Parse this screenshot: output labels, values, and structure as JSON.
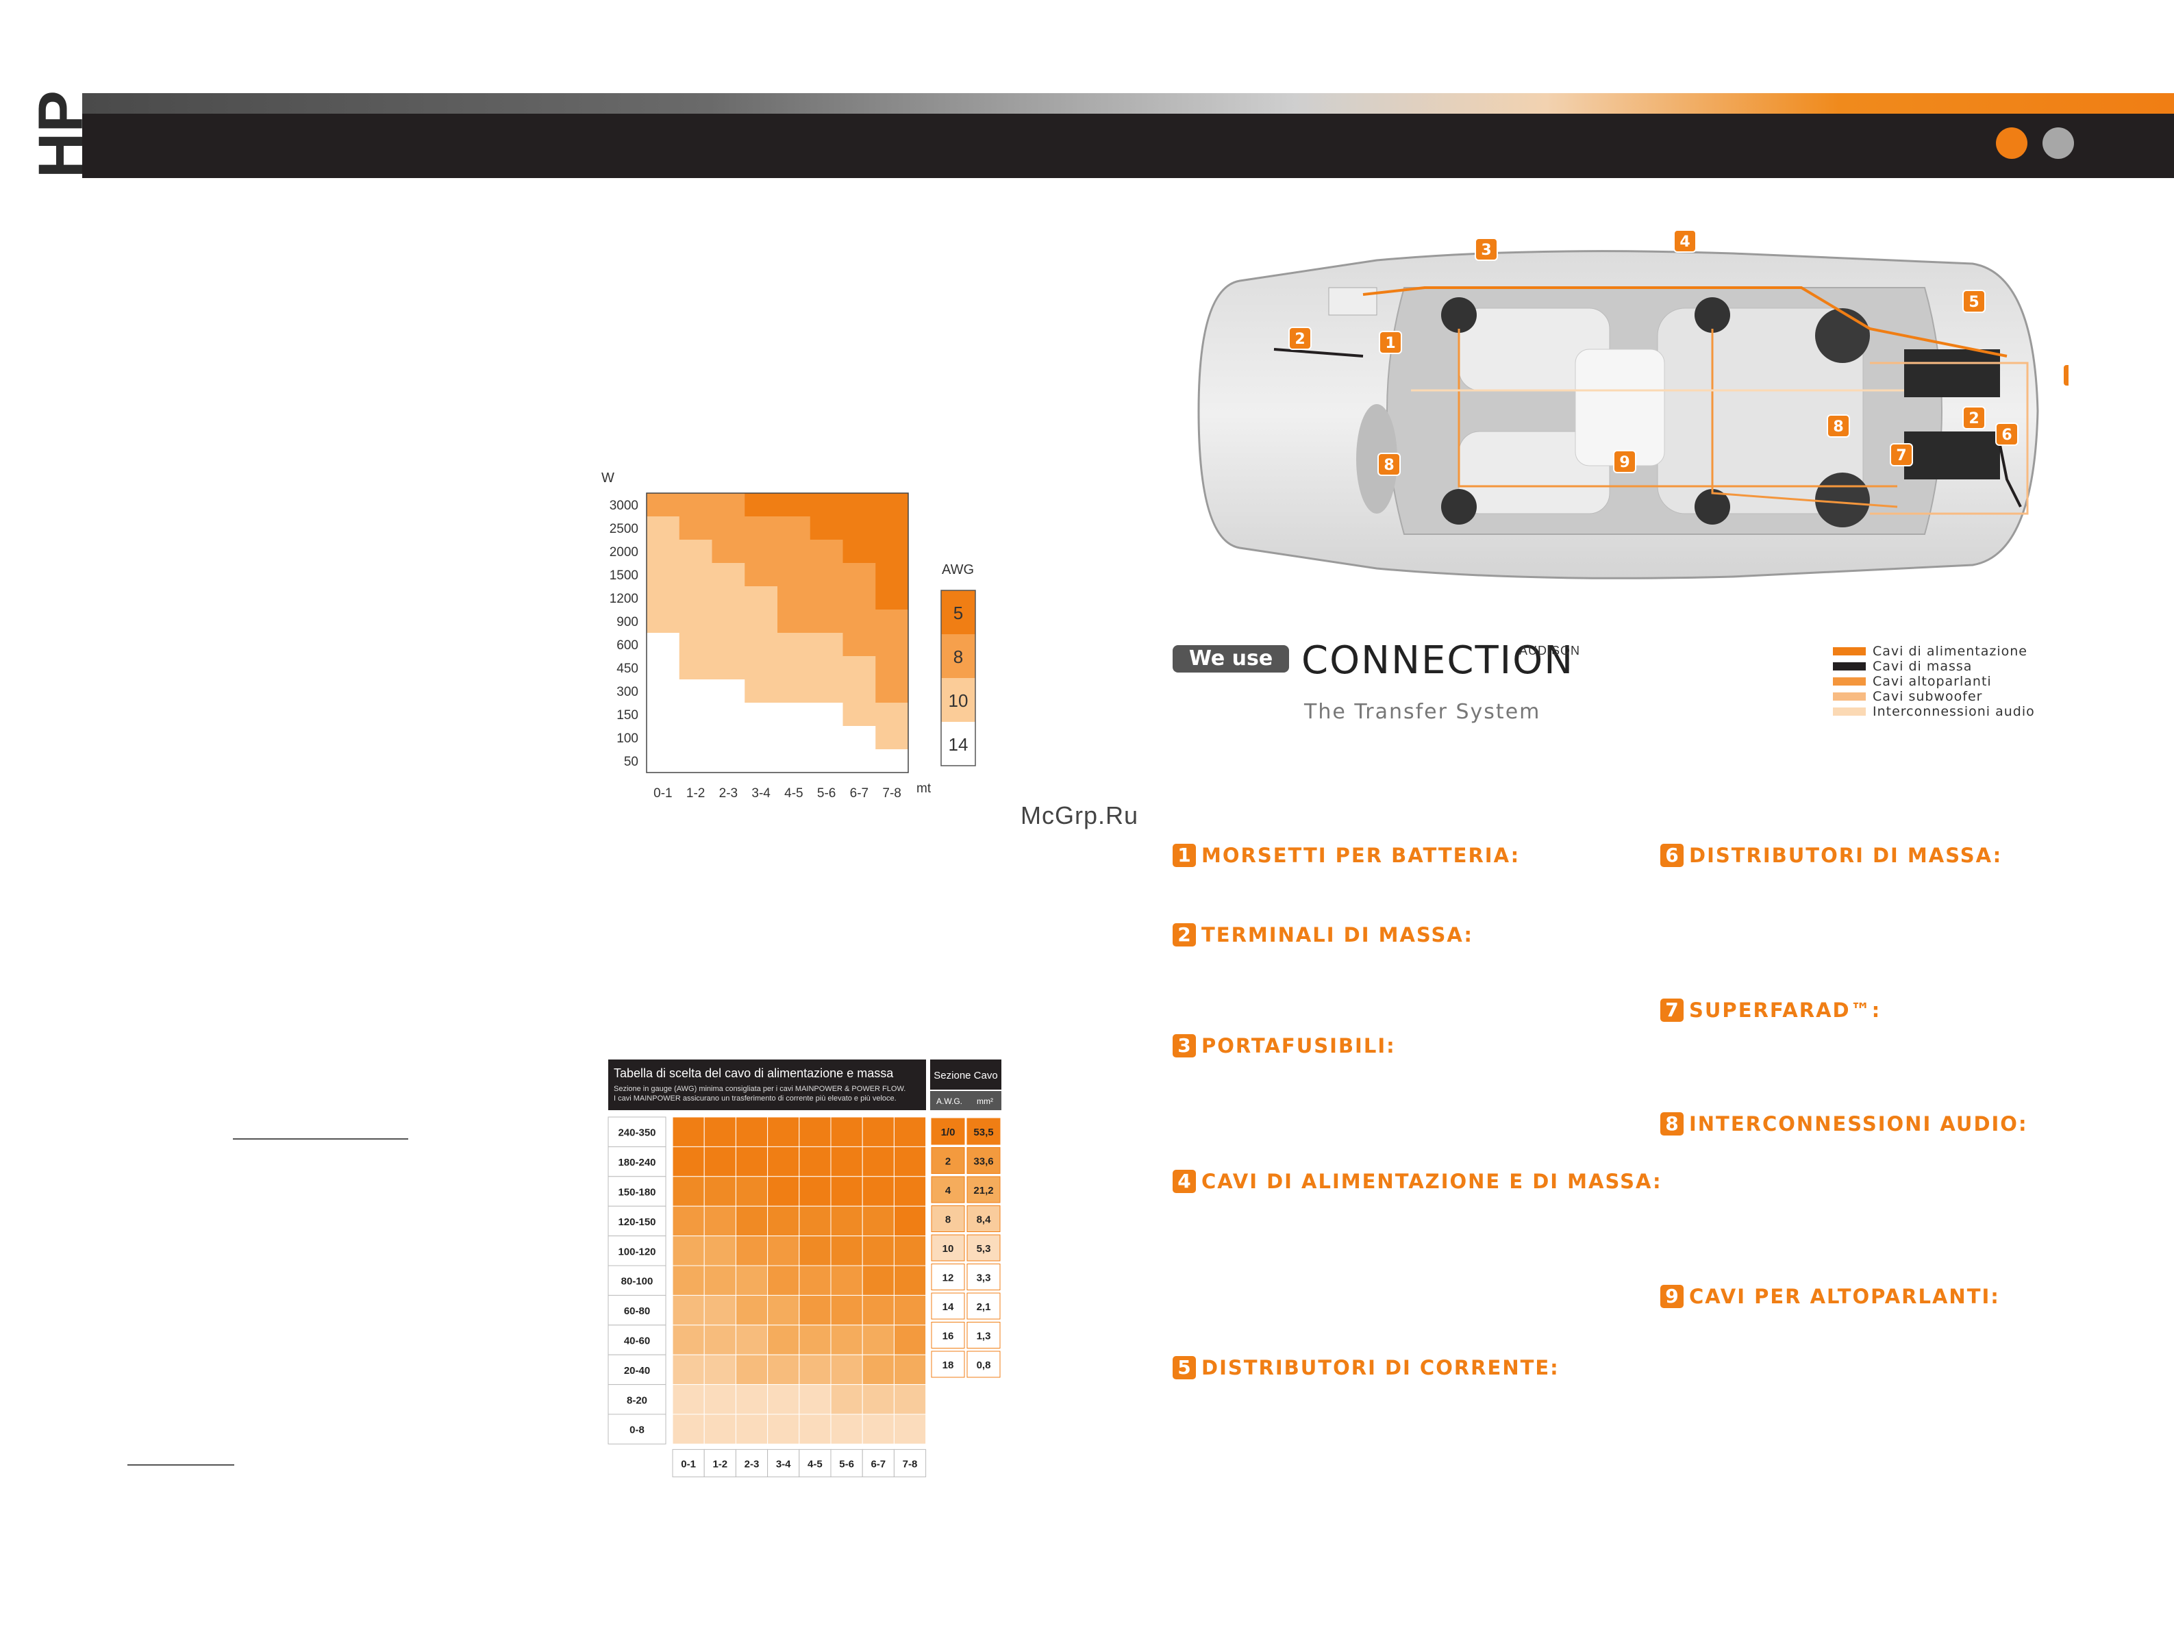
{
  "header": {
    "side_mark": "HP"
  },
  "watermark": "McGrp.Ru",
  "chart1": {
    "y_unit": "W",
    "x_unit": "mt",
    "awg_title": "AWG",
    "y_ticks": [
      "3000",
      "2500",
      "2000",
      "1500",
      "1200",
      "900",
      "600",
      "450",
      "300",
      "150",
      "100",
      "50"
    ],
    "x_ticks": [
      "0-1",
      "1-2",
      "2-3",
      "3-4",
      "4-5",
      "5-6",
      "6-7",
      "7-8"
    ],
    "awg_levels": [
      "5",
      "8",
      "10",
      "14"
    ]
  },
  "table": {
    "title": "Tabella di scelta del cavo di alimentazione e massa",
    "subtitle_1": "Sezione in gauge (AWG) minima consigliata per i cavi MAINPOWER & POWER FLOW.",
    "subtitle_2": "I cavi MAINPOWER assicurano un trasferimento di corrente più elevato e più veloce.",
    "side_title": "Sezione Cavo",
    "col_awg": "A.W.G.",
    "col_mm": "mm²",
    "rows": [
      "240-350",
      "180-240",
      "150-180",
      "120-150",
      "100-120",
      "80-100",
      "60-80",
      "40-60",
      "20-40",
      "8-20",
      "0-8"
    ],
    "cols": [
      "0-1",
      "1-2",
      "2-3",
      "3-4",
      "4-5",
      "5-6",
      "6-7",
      "7-8"
    ],
    "awg": [
      "1/0",
      "2",
      "4",
      "8",
      "10",
      "12",
      "14",
      "16",
      "18"
    ],
    "mm": [
      "53,5",
      "33,6",
      "21,2",
      "8,4",
      "5,3",
      "3,3",
      "2,1",
      "1,3",
      "0,8"
    ]
  },
  "chart_data": {
    "type": "heatmap",
    "xlabel": "mt",
    "ylabel": "W",
    "x": [
      "0-1",
      "1-2",
      "2-3",
      "3-4",
      "4-5",
      "5-6",
      "6-7",
      "7-8"
    ],
    "y": [
      "3000",
      "2500",
      "2000",
      "1500",
      "1200",
      "900",
      "600",
      "450",
      "300",
      "150",
      "100",
      "50"
    ],
    "legend_title": "AWG",
    "legend": [
      "5",
      "8",
      "10",
      "14"
    ],
    "values": [
      [
        8,
        8,
        8,
        5,
        5,
        5,
        5,
        5
      ],
      [
        10,
        8,
        8,
        8,
        8,
        5,
        5,
        5
      ],
      [
        10,
        10,
        8,
        8,
        8,
        8,
        5,
        5
      ],
      [
        10,
        10,
        10,
        8,
        8,
        8,
        8,
        5
      ],
      [
        10,
        10,
        10,
        10,
        8,
        8,
        8,
        5
      ],
      [
        10,
        10,
        10,
        10,
        8,
        8,
        8,
        8
      ],
      [
        14,
        10,
        10,
        10,
        10,
        10,
        8,
        8
      ],
      [
        14,
        10,
        10,
        10,
        10,
        10,
        10,
        8
      ],
      [
        14,
        14,
        14,
        10,
        10,
        10,
        10,
        8
      ],
      [
        14,
        14,
        14,
        14,
        14,
        14,
        10,
        10
      ],
      [
        14,
        14,
        14,
        14,
        14,
        14,
        14,
        10
      ],
      [
        14,
        14,
        14,
        14,
        14,
        14,
        14,
        14
      ]
    ]
  },
  "diagram": {
    "callouts": [
      "1",
      "2",
      "3",
      "4",
      "5",
      "6",
      "7",
      "8",
      "9"
    ],
    "logo": {
      "we_use": "We use",
      "name": "CONNECTION",
      "brand": "AUDISON",
      "tagline": "The Transfer System"
    },
    "legend": [
      {
        "label": "Cavi di alimentazione",
        "color": "#f07e14"
      },
      {
        "label": "Cavi di massa",
        "color": "#231f20"
      },
      {
        "label": "Cavi altoparlanti",
        "color": "#f4963c"
      },
      {
        "label": "Cavi subwoofer",
        "color": "#f8bb82"
      },
      {
        "label": "Interconnessioni audio",
        "color": "#fbd9b4"
      }
    ]
  },
  "sections": [
    {
      "num": "1",
      "title": "MORSETTI PER BATTERIA:"
    },
    {
      "num": "2",
      "title": "TERMINALI DI MASSA:"
    },
    {
      "num": "3",
      "title": "PORTAFUSIBILI:"
    },
    {
      "num": "4",
      "title": "CAVI DI ALIMENTAZIONE E DI MASSA:"
    },
    {
      "num": "5",
      "title": "DISTRIBUTORI DI CORRENTE:"
    },
    {
      "num": "6",
      "title": "DISTRIBUTORI DI MASSA:"
    },
    {
      "num": "7",
      "title": "SUPERFARAD™:"
    },
    {
      "num": "8",
      "title": "INTERCONNESSIONI AUDIO:"
    },
    {
      "num": "9",
      "title": " CAVI PER ALTOPARLANTI:"
    }
  ],
  "colors": {
    "orange": "#f07e14",
    "dark": "#231f20"
  }
}
